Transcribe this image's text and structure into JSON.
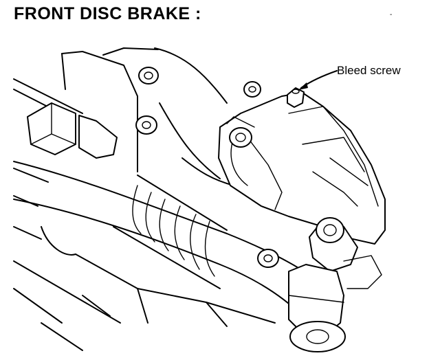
{
  "title": "FRONT DISC BRAKE :",
  "stray_mark": "-",
  "callouts": {
    "bleed_screw": "Bleed screw"
  },
  "icons": [
    "caliper-drawing",
    "bolt-icon",
    "arrow-icon"
  ]
}
